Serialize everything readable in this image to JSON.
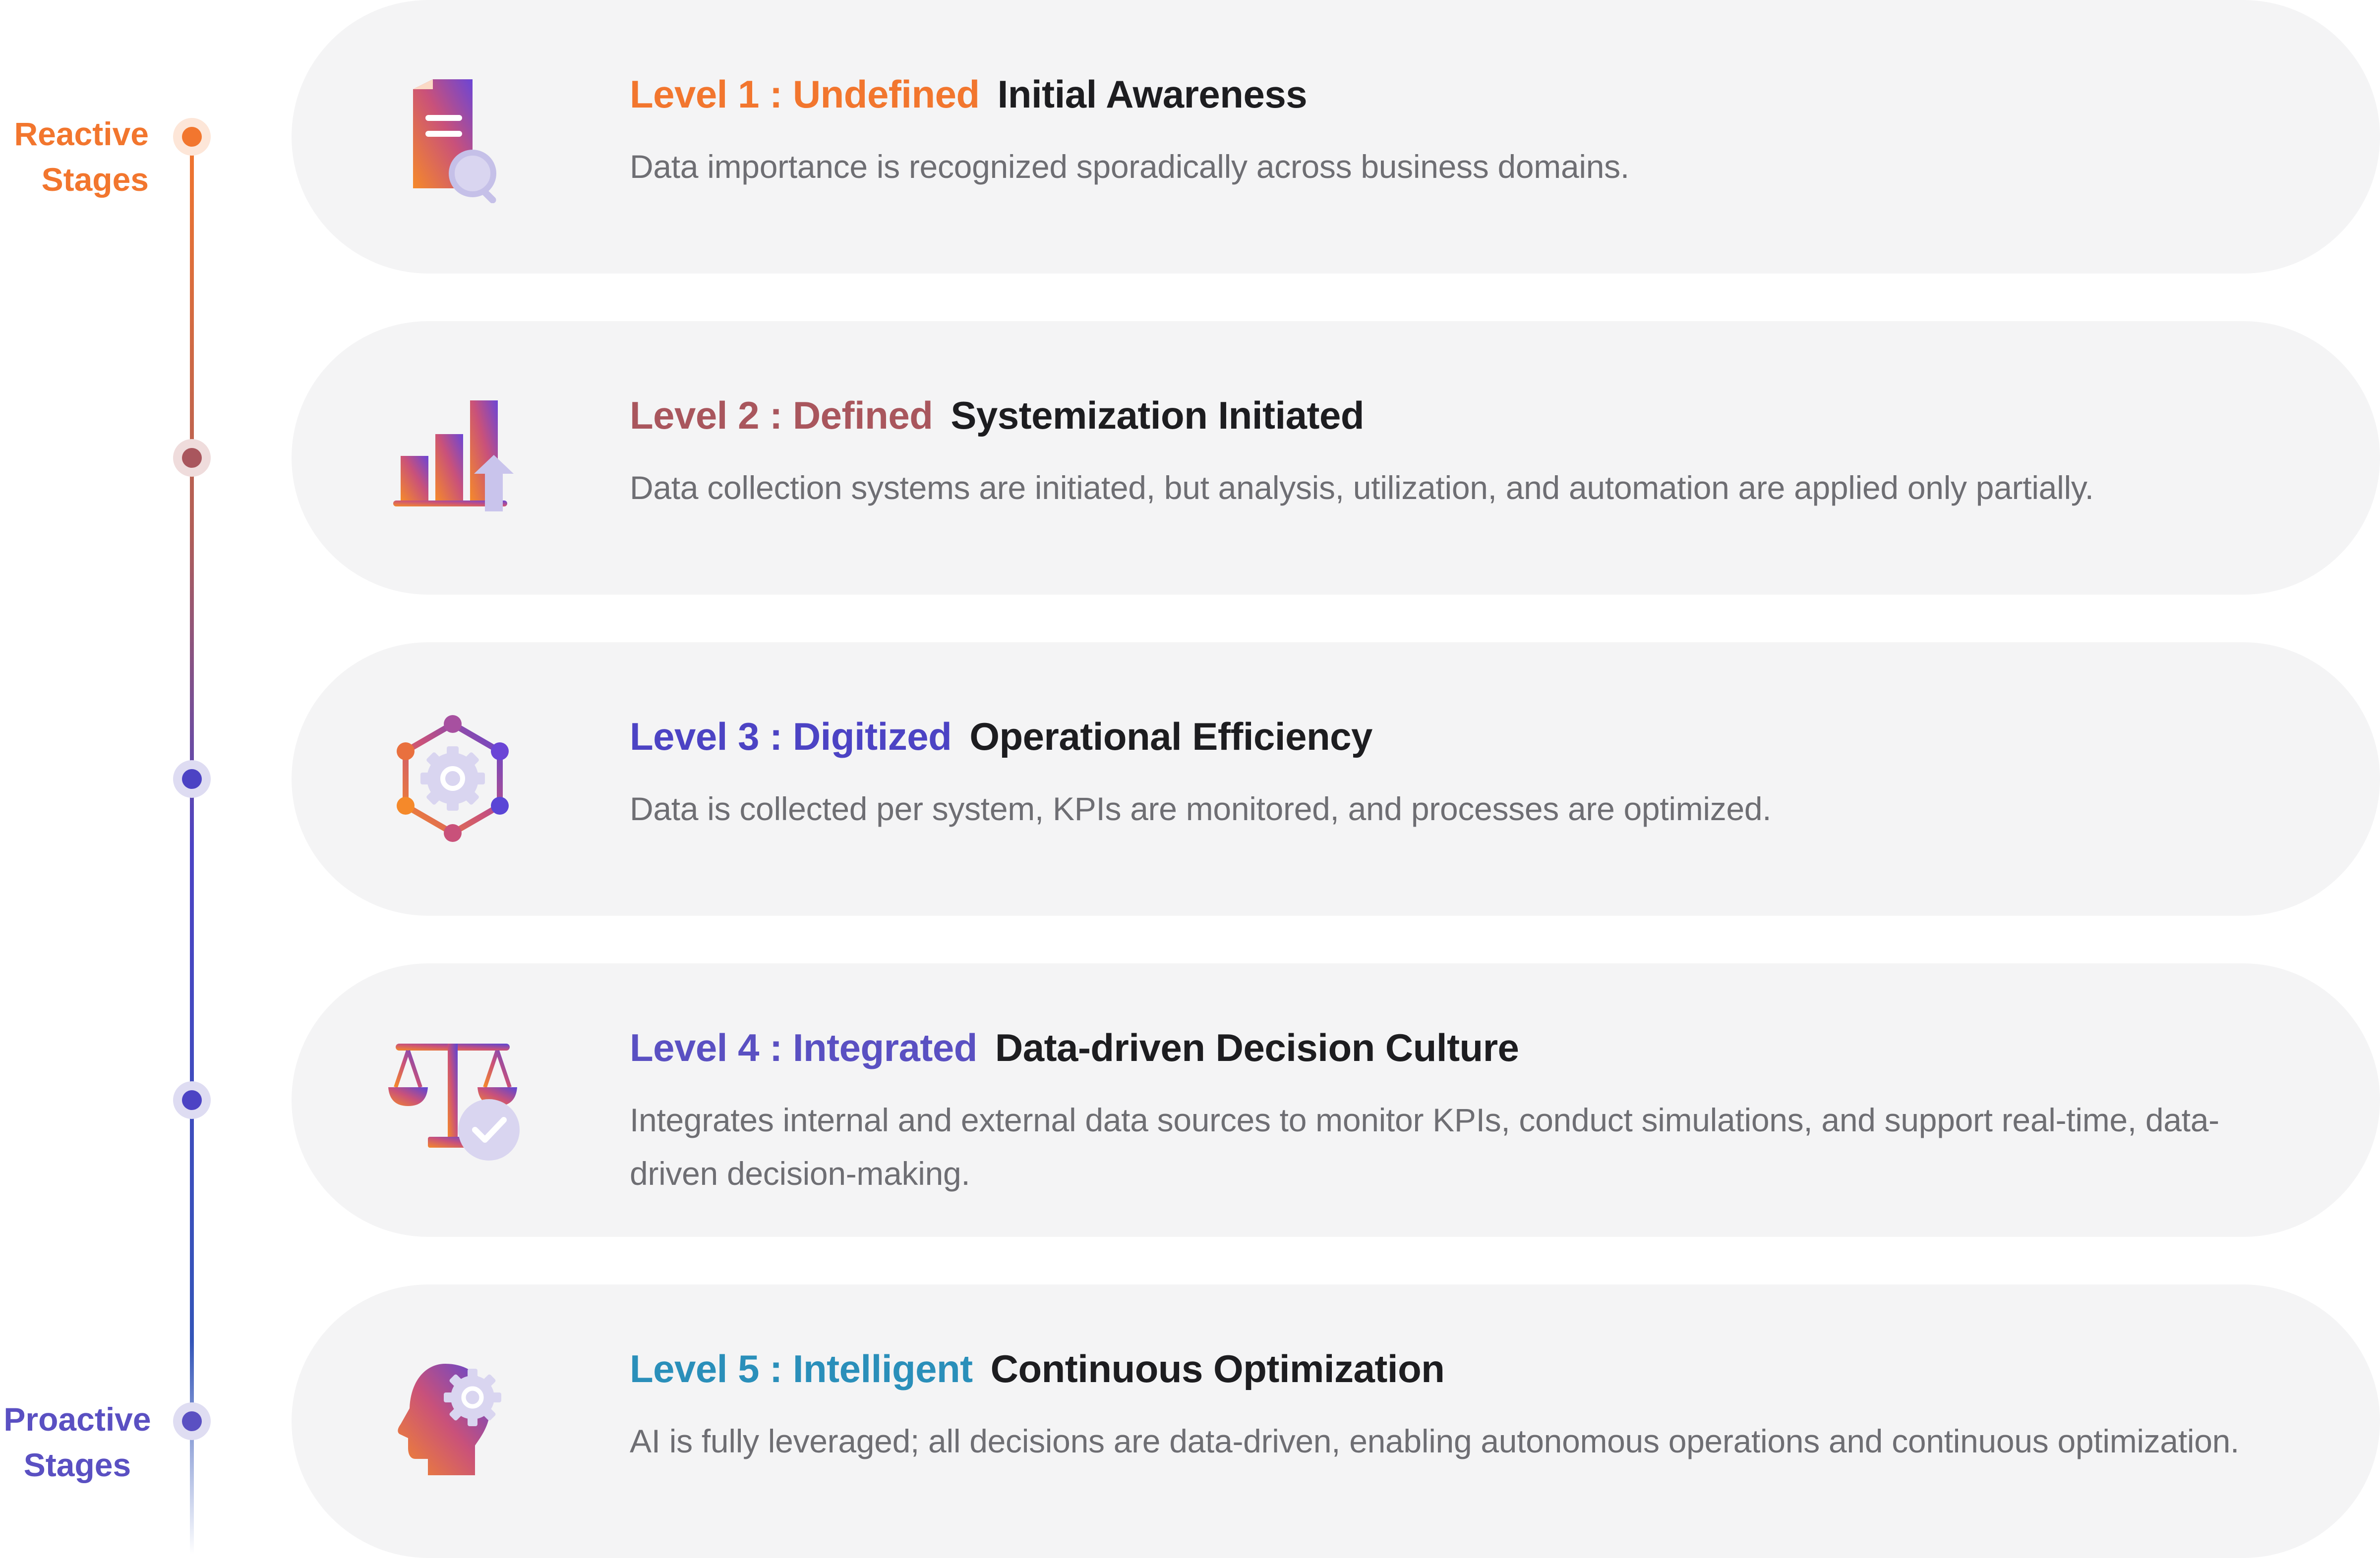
{
  "stages": {
    "reactive": "Reactive Stages",
    "proactive": "Proactive Stages"
  },
  "colors": {
    "level1": "#f2762e",
    "level2": "#a9565d",
    "level3": "#4c43c4",
    "level4": "#5a50c2",
    "level5": "#2a8fba",
    "card_bg": "#f4f4f5",
    "description": "#6e6e73",
    "title": "#1d1d20"
  },
  "levels": [
    {
      "level": "Level 1 : Undefined",
      "title": "Initial Awareness",
      "description": "Data importance is recognized sporadically across business domains.",
      "icon": "document-search-icon"
    },
    {
      "level": "Level 2 : Defined",
      "title": "Systemization Initiated",
      "description": "Data collection systems are initiated, but analysis, utilization, and automation are applied only partially.",
      "icon": "bar-chart-growth-icon"
    },
    {
      "level": "Level 3 : Digitized",
      "title": "Operational Efficiency",
      "description": "Data is collected per system, KPIs are monitored, and processes are optimized.",
      "icon": "gear-network-icon"
    },
    {
      "level": "Level 4 : Integrated",
      "title": "Data-driven Decision Culture",
      "description": "Integrates internal and external data sources to monitor KPIs, conduct simulations, and support real-time, data-driven decision-making.",
      "icon": "balance-scale-check-icon"
    },
    {
      "level": "Level 5 : Intelligent",
      "title": "Continuous Optimization",
      "description": "AI is fully leveraged; all decisions are data-driven, enabling autonomous operations and continuous optimization.",
      "icon": "head-gear-icon"
    }
  ]
}
